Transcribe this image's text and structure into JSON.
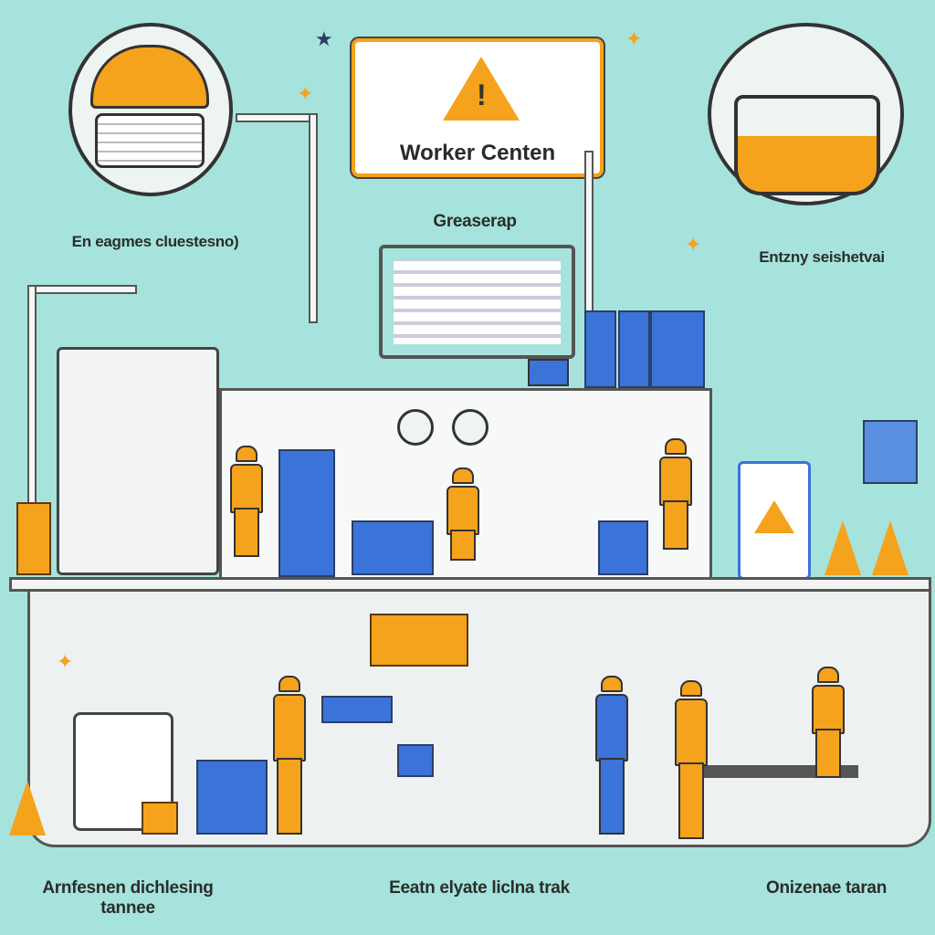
{
  "sign": {
    "title": "Worker Centen",
    "warning_icon": "warning-triangle-icon"
  },
  "labels": {
    "top_center": "Greaserap",
    "top_left": "En eagmes cluestesno)",
    "top_right": "Entzny seishetvai",
    "bottom_left_line1": "Arnfesnen dichlesing",
    "bottom_left_line2": "tannee",
    "bottom_center": "Eeatn elyate liclna trak",
    "bottom_right": "Onizenae taran"
  },
  "colors": {
    "background": "#a6e3dc",
    "accent_orange": "#f5a21c",
    "accent_blue": "#3b73d8"
  }
}
